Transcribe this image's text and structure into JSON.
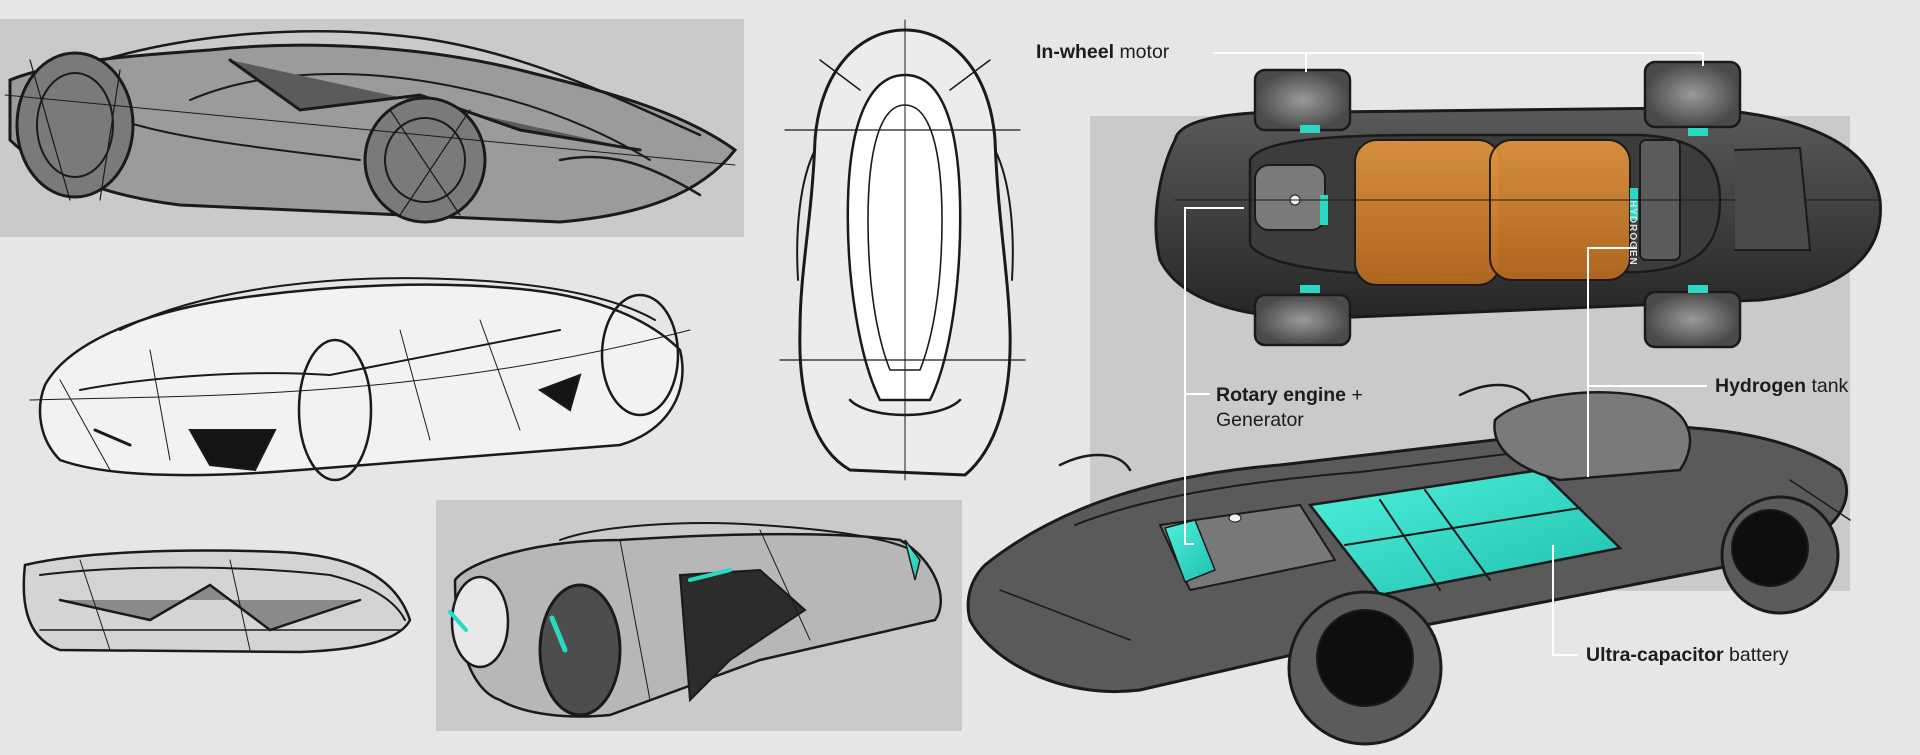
{
  "labels": {
    "in_wheel": {
      "bold": "In-wheel",
      "regular": "motor"
    },
    "rotary": {
      "bold": "Rotary engine",
      "regular": "+",
      "line2": "Generator"
    },
    "hydrogen_tank": {
      "bold": "Hydrogen",
      "regular": "tank"
    },
    "ultracap": {
      "bold": "Ultra-capacitor",
      "regular": "battery"
    },
    "hydrogen_badge": "HYDROGEN"
  },
  "colors": {
    "background": "#e6e6e6",
    "panel": "#cacaca",
    "accent_teal": "#2ad8c4",
    "accent_orange": "#d27f2a",
    "ink": "#1a1a1a",
    "leader_line": "#ffffff"
  }
}
